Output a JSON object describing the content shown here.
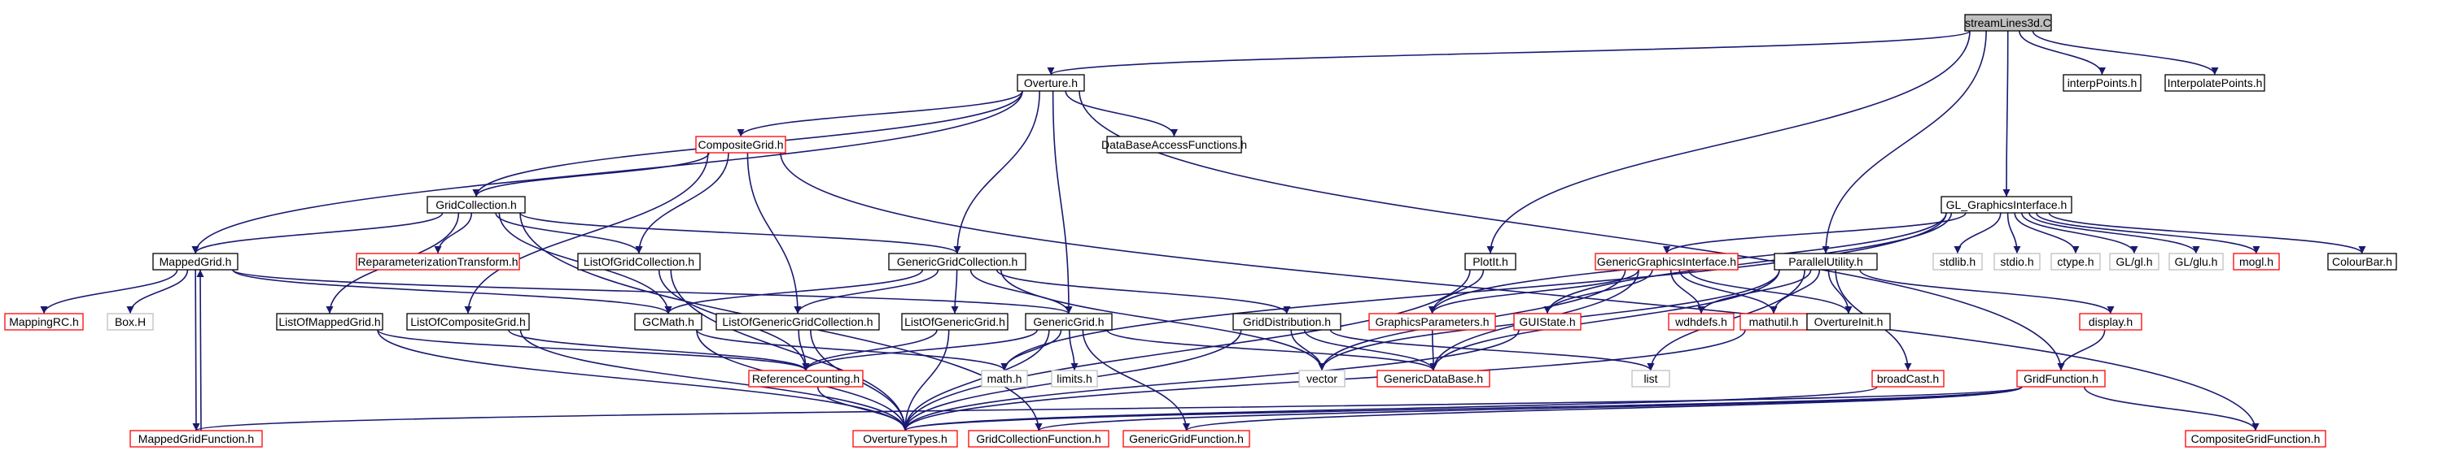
{
  "graph": {
    "type": "include-dependency-graph",
    "colors": {
      "edge": "#191970",
      "root_fill": "#bfbfbf",
      "border_documented": "#000000",
      "border_undocumented": "#ff0000",
      "border_external": "#bfbfbf"
    },
    "nodes": [
      {
        "id": "streamlines",
        "label": "streamLines3d.C",
        "kind": "root"
      },
      {
        "id": "overture_h",
        "label": "Overture.h",
        "kind": "documented"
      },
      {
        "id": "interppoints_h",
        "label": "interpPoints.h",
        "kind": "documented"
      },
      {
        "id": "interpolatepoints_h",
        "label": "InterpolatePoints.h",
        "kind": "documented"
      },
      {
        "id": "compositegrid_h",
        "label": "CompositeGrid.h",
        "kind": "undocumented"
      },
      {
        "id": "databaseaccessfunctions_h",
        "label": "DataBaseAccessFunctions.h",
        "kind": "documented"
      },
      {
        "id": "glgraphicsinterface_h",
        "label": "GL_GraphicsInterface.h",
        "kind": "documented"
      },
      {
        "id": "gridcollection_h",
        "label": "GridCollection.h",
        "kind": "documented"
      },
      {
        "id": "mappedgrid_h",
        "label": "MappedGrid.h",
        "kind": "documented"
      },
      {
        "id": "reparameterizationtransform_h",
        "label": "ReparameterizationTransform.h",
        "kind": "undocumented"
      },
      {
        "id": "listofgridcollection_h",
        "label": "ListOfGridCollection.h",
        "kind": "documented"
      },
      {
        "id": "genericgridcollection_h",
        "label": "GenericGridCollection.h",
        "kind": "documented"
      },
      {
        "id": "plotit_h",
        "label": "PlotIt.h",
        "kind": "documented"
      },
      {
        "id": "genericgraphicsinterface_h",
        "label": "GenericGraphicsInterface.h",
        "kind": "undocumented"
      },
      {
        "id": "parallelutility_h",
        "label": "ParallelUtility.h",
        "kind": "documented"
      },
      {
        "id": "stdlib_h",
        "label": "stdlib.h",
        "kind": "external"
      },
      {
        "id": "stdio_h",
        "label": "stdio.h",
        "kind": "external"
      },
      {
        "id": "ctype_h",
        "label": "ctype.h",
        "kind": "external"
      },
      {
        "id": "gl_gl_h",
        "label": "GL/gl.h",
        "kind": "external"
      },
      {
        "id": "gl_glu_h",
        "label": "GL/glu.h",
        "kind": "external"
      },
      {
        "id": "mogl_h",
        "label": "mogl.h",
        "kind": "undocumented"
      },
      {
        "id": "colourbar_h",
        "label": "ColourBar.h",
        "kind": "documented"
      },
      {
        "id": "mappingrc_h",
        "label": "MappingRC.h",
        "kind": "undocumented"
      },
      {
        "id": "box_h",
        "label": "Box.H",
        "kind": "external"
      },
      {
        "id": "listofmappedgrid_h",
        "label": "ListOfMappedGrid.h",
        "kind": "documented"
      },
      {
        "id": "listofcompositegrid_h",
        "label": "ListOfCompositeGrid.h",
        "kind": "documented"
      },
      {
        "id": "gcmath_h",
        "label": "GCMath.h",
        "kind": "documented"
      },
      {
        "id": "listofgenericgridcollection_h",
        "label": "ListOfGenericGridCollection.h",
        "kind": "documented"
      },
      {
        "id": "listofgenericgrid_h",
        "label": "ListOfGenericGrid.h",
        "kind": "documented"
      },
      {
        "id": "genericgrid_h",
        "label": "GenericGrid.h",
        "kind": "documented"
      },
      {
        "id": "griddistribution_h",
        "label": "GridDistribution.h",
        "kind": "documented"
      },
      {
        "id": "graphicsparameters_h",
        "label": "GraphicsParameters.h",
        "kind": "undocumented"
      },
      {
        "id": "guistate_h",
        "label": "GUIState.h",
        "kind": "undocumented"
      },
      {
        "id": "wdhdefs_h",
        "label": "wdhdefs.h",
        "kind": "undocumented"
      },
      {
        "id": "mathutil_h",
        "label": "mathutil.h",
        "kind": "undocumented"
      },
      {
        "id": "overtureinit_h",
        "label": "OvertureInit.h",
        "kind": "documented"
      },
      {
        "id": "display_h",
        "label": "display.h",
        "kind": "undocumented"
      },
      {
        "id": "referencecounting_h",
        "label": "ReferenceCounting.h",
        "kind": "undocumented"
      },
      {
        "id": "math_h",
        "label": "math.h",
        "kind": "external"
      },
      {
        "id": "limits_h",
        "label": "limits.h",
        "kind": "external"
      },
      {
        "id": "vector",
        "label": "vector",
        "kind": "external"
      },
      {
        "id": "genericdatabase_h",
        "label": "GenericDataBase.h",
        "kind": "undocumented"
      },
      {
        "id": "list",
        "label": "list",
        "kind": "external"
      },
      {
        "id": "broadcast_h",
        "label": "broadCast.h",
        "kind": "undocumented"
      },
      {
        "id": "gridfunction_h",
        "label": "GridFunction.h",
        "kind": "undocumented"
      },
      {
        "id": "mappedgridfunction_h",
        "label": "MappedGridFunction.h",
        "kind": "undocumented"
      },
      {
        "id": "overturetypes_h",
        "label": "OvertureTypes.h",
        "kind": "undocumented"
      },
      {
        "id": "gridcollectionfunction_h",
        "label": "GridCollectionFunction.h",
        "kind": "undocumented"
      },
      {
        "id": "genericgridfunction_h",
        "label": "GenericGridFunction.h",
        "kind": "undocumented"
      },
      {
        "id": "compositegridfunction_h",
        "label": "CompositeGridFunction.h",
        "kind": "undocumented"
      }
    ],
    "edges": [
      [
        "streamlines",
        "overture_h"
      ],
      [
        "streamlines",
        "interppoints_h"
      ],
      [
        "streamlines",
        "interpolatepoints_h"
      ],
      [
        "streamlines",
        "glgraphicsinterface_h"
      ],
      [
        "streamlines",
        "plotit_h"
      ],
      [
        "streamlines",
        "parallelutility_h"
      ],
      [
        "overture_h",
        "compositegrid_h"
      ],
      [
        "overture_h",
        "databaseaccessfunctions_h"
      ],
      [
        "overture_h",
        "gridcollection_h"
      ],
      [
        "overture_h",
        "mappedgrid_h"
      ],
      [
        "overture_h",
        "genericgridcollection_h"
      ],
      [
        "overture_h",
        "genericgrid_h"
      ],
      [
        "overture_h",
        "gridfunction_h"
      ],
      [
        "compositegrid_h",
        "gridcollection_h"
      ],
      [
        "compositegrid_h",
        "listofgridcollection_h"
      ],
      [
        "compositegrid_h",
        "listofcompositegrid_h"
      ],
      [
        "compositegrid_h",
        "listofgenericgridcollection_h"
      ],
      [
        "compositegrid_h",
        "compositegridfunction_h"
      ],
      [
        "gridcollection_h",
        "mappedgrid_h"
      ],
      [
        "gridcollection_h",
        "reparameterizationtransform_h"
      ],
      [
        "gridcollection_h",
        "listofgridcollection_h"
      ],
      [
        "gridcollection_h",
        "genericgridcollection_h"
      ],
      [
        "gridcollection_h",
        "listofmappedgrid_h"
      ],
      [
        "gridcollection_h",
        "gcmath_h"
      ],
      [
        "gridcollection_h",
        "gridcollectionfunction_h"
      ],
      [
        "mappedgrid_h",
        "mappingrc_h"
      ],
      [
        "mappedgrid_h",
        "box_h"
      ],
      [
        "mappedgrid_h",
        "mappedgridfunction_h"
      ],
      [
        "mappedgrid_h",
        "genericgrid_h"
      ],
      [
        "mappedgrid_h",
        "gcmath_h"
      ],
      [
        "mappedgridfunction_h",
        "mappedgrid_h"
      ],
      [
        "listofgridcollection_h",
        "referencecounting_h"
      ],
      [
        "listofgridcollection_h",
        "overturetypes_h"
      ],
      [
        "genericgridcollection_h",
        "genericgrid_h"
      ],
      [
        "genericgridcollection_h",
        "listofgenericgrid_h"
      ],
      [
        "genericgridcollection_h",
        "listofgenericgridcollection_h"
      ],
      [
        "genericgridcollection_h",
        "griddistribution_h"
      ],
      [
        "genericgridcollection_h",
        "gcmath_h"
      ],
      [
        "genericgridcollection_h",
        "vector"
      ],
      [
        "listofmappedgrid_h",
        "referencecounting_h"
      ],
      [
        "listofmappedgrid_h",
        "overturetypes_h"
      ],
      [
        "listofcompositegrid_h",
        "referencecounting_h"
      ],
      [
        "listofcompositegrid_h",
        "overturetypes_h"
      ],
      [
        "gcmath_h",
        "overturetypes_h"
      ],
      [
        "gcmath_h",
        "math_h"
      ],
      [
        "listofgenericgridcollection_h",
        "referencecounting_h"
      ],
      [
        "listofgenericgridcollection_h",
        "overturetypes_h"
      ],
      [
        "listofgenericgrid_h",
        "referencecounting_h"
      ],
      [
        "listofgenericgrid_h",
        "overturetypes_h"
      ],
      [
        "genericgrid_h",
        "referencecounting_h"
      ],
      [
        "genericgrid_h",
        "overturetypes_h"
      ],
      [
        "genericgrid_h",
        "limits_h"
      ],
      [
        "genericgrid_h",
        "math_h"
      ],
      [
        "genericgrid_h",
        "genericdatabase_h"
      ],
      [
        "genericgrid_h",
        "genericgridfunction_h"
      ],
      [
        "griddistribution_h",
        "overturetypes_h"
      ],
      [
        "griddistribution_h",
        "vector"
      ],
      [
        "griddistribution_h",
        "genericdatabase_h"
      ],
      [
        "griddistribution_h",
        "list"
      ],
      [
        "referencecounting_h",
        "overturetypes_h"
      ],
      [
        "plotit_h",
        "graphicsparameters_h"
      ],
      [
        "plotit_h",
        "overturetypes_h"
      ],
      [
        "glgraphicsinterface_h",
        "genericgraphicsinterface_h"
      ],
      [
        "glgraphicsinterface_h",
        "stdlib_h"
      ],
      [
        "glgraphicsinterface_h",
        "stdio_h"
      ],
      [
        "glgraphicsinterface_h",
        "ctype_h"
      ],
      [
        "glgraphicsinterface_h",
        "gl_gl_h"
      ],
      [
        "glgraphicsinterface_h",
        "gl_glu_h"
      ],
      [
        "glgraphicsinterface_h",
        "mogl_h"
      ],
      [
        "glgraphicsinterface_h",
        "colourbar_h"
      ],
      [
        "glgraphicsinterface_h",
        "graphicsparameters_h"
      ],
      [
        "glgraphicsinterface_h",
        "guistate_h"
      ],
      [
        "glgraphicsinterface_h",
        "math_h"
      ],
      [
        "genericgraphicsinterface_h",
        "graphicsparameters_h"
      ],
      [
        "genericgraphicsinterface_h",
        "guistate_h"
      ],
      [
        "genericgraphicsinterface_h",
        "wdhdefs_h"
      ],
      [
        "genericgraphicsinterface_h",
        "mathutil_h"
      ],
      [
        "genericgraphicsinterface_h",
        "overtureinit_h"
      ],
      [
        "genericgraphicsinterface_h",
        "genericdatabase_h"
      ],
      [
        "genericgraphicsinterface_h",
        "vector"
      ],
      [
        "graphicsparameters_h",
        "genericdatabase_h"
      ],
      [
        "guistate_h",
        "overturetypes_h"
      ],
      [
        "parallelutility_h",
        "wdhdefs_h"
      ],
      [
        "parallelutility_h",
        "mathutil_h"
      ],
      [
        "parallelutility_h",
        "overtureinit_h"
      ],
      [
        "parallelutility_h",
        "display_h"
      ],
      [
        "parallelutility_h",
        "broadcast_h"
      ],
      [
        "parallelutility_h",
        "list"
      ],
      [
        "parallelutility_h",
        "vector"
      ],
      [
        "parallelutility_h",
        "genericdatabase_h"
      ],
      [
        "mathutil_h",
        "overturetypes_h"
      ],
      [
        "display_h",
        "gridfunction_h"
      ],
      [
        "broadcast_h",
        "overturetypes_h"
      ],
      [
        "gridfunction_h",
        "overturetypes_h"
      ],
      [
        "gridfunction_h",
        "mappedgridfunction_h"
      ],
      [
        "gridfunction_h",
        "gridcollectionfunction_h"
      ],
      [
        "gridfunction_h",
        "genericgridfunction_h"
      ],
      [
        "gridfunction_h",
        "compositegridfunction_h"
      ]
    ]
  }
}
